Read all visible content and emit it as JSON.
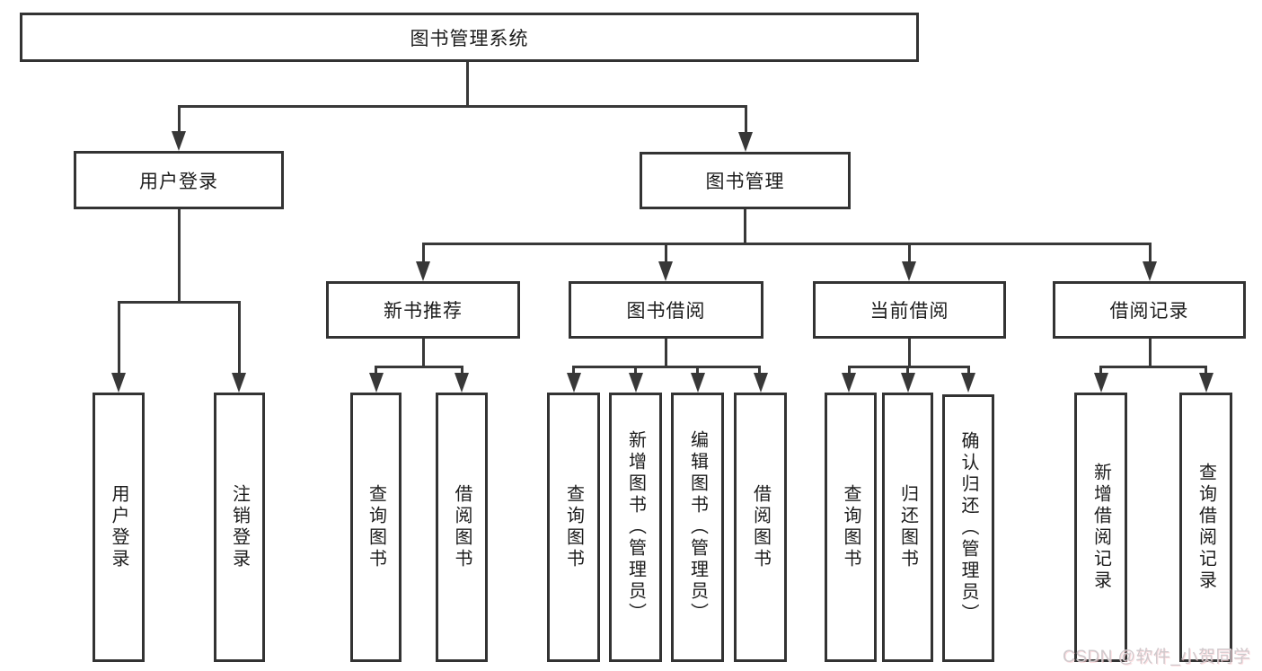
{
  "diagram": {
    "root": "图书管理系统",
    "level2": [
      "用户登录",
      "图书管理"
    ],
    "level3": [
      "新书推荐",
      "图书借阅",
      "当前借阅",
      "借阅记录"
    ],
    "leaves": {
      "login": [
        "用户登录",
        "注销登录"
      ],
      "recommend": [
        "查询图书",
        "借阅图书"
      ],
      "borrow": [
        "查询图书",
        "新增图书（管理员）",
        "编辑图书（管理员）",
        "借阅图书"
      ],
      "current": [
        "查询图书",
        "归还图书",
        "确认归还（管理员）"
      ],
      "record": [
        "新增借阅记录",
        "查询借阅记录"
      ]
    }
  },
  "watermark": "CSDN @软件_小贺同学",
  "colors": {
    "line": "#383838",
    "node_border": "#333333",
    "text": "#1c1c1c",
    "background": "#ffffff",
    "watermark": "#cfc9cc"
  }
}
